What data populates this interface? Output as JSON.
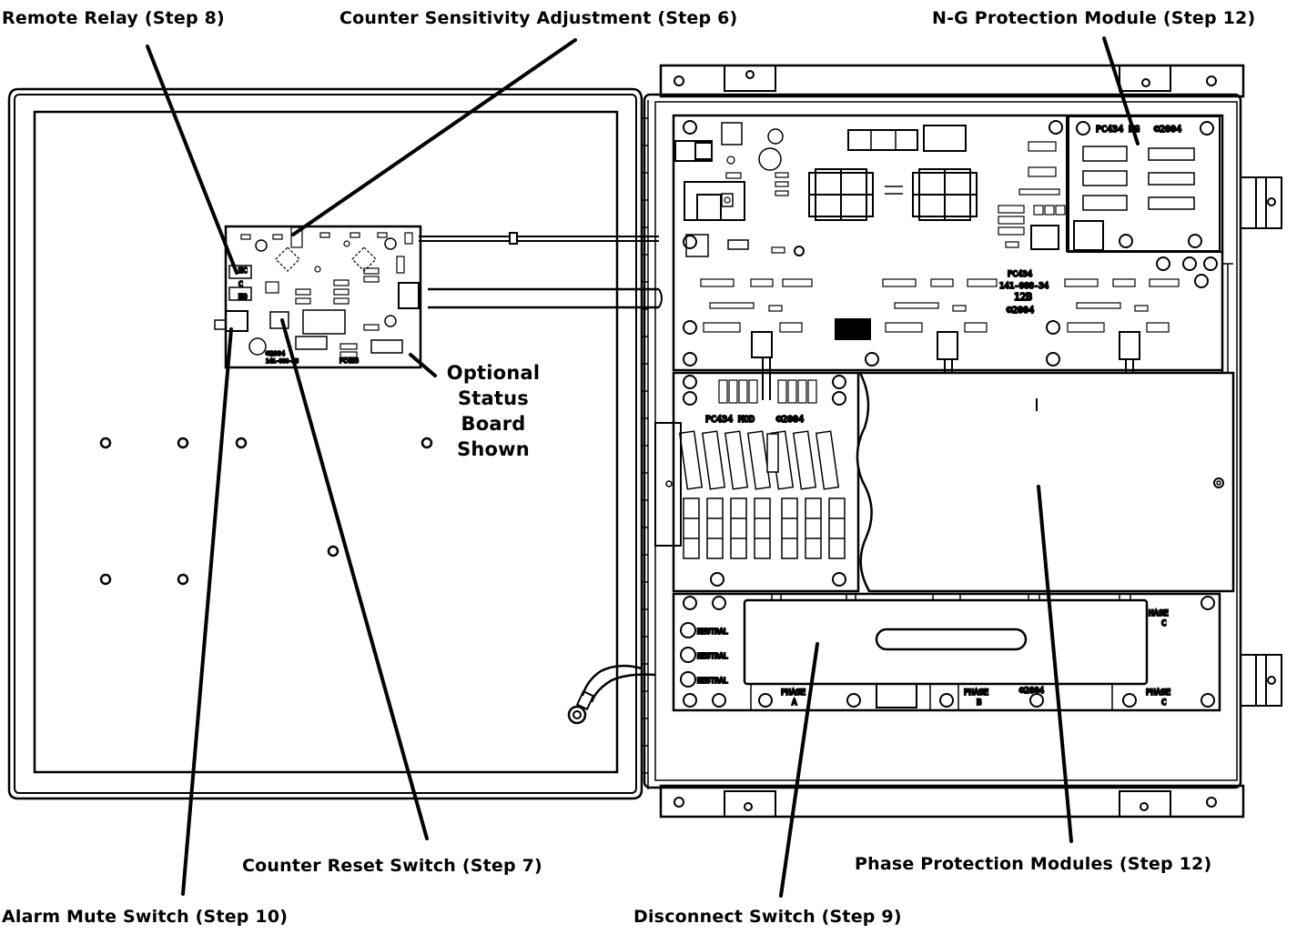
{
  "callouts": {
    "remote_relay": "Remote Relay (Step 8)",
    "counter_sensitivity": "Counter Sensitivity Adjustment (Step 6)",
    "ng_protection": "N-G Protection Module (Step 12)",
    "status_board": [
      "Optional",
      "Status",
      "Board",
      "Shown"
    ],
    "counter_reset": "Counter Reset Switch (Step 7)",
    "phase_protection": "Phase Protection Modules  (Step 12)",
    "alarm_mute": "Alarm Mute Switch (Step 10)",
    "disconnect": "Disconnect Switch  (Step 9)"
  },
  "board_labels": {
    "status_board_part": "PC435",
    "status_board_number": "141-008-35",
    "status_board_copyright": "©2004",
    "status_nc": "NC",
    "status_c": "C",
    "status_no": "NO",
    "ng_module": "PC434 NG",
    "ng_copyright": "©2004",
    "control_part": "PC434",
    "control_number": "141-008-34",
    "control_rev": "12B",
    "control_copyright": "©2004",
    "mod_board": "PC434 MOD",
    "mod_copyright": "©2004",
    "neutral": "NEUTRAL",
    "phase": "PHASE",
    "phase_a": "A",
    "phase_b": "B",
    "phase_c": "C",
    "terminal_copyright": "©2004"
  }
}
